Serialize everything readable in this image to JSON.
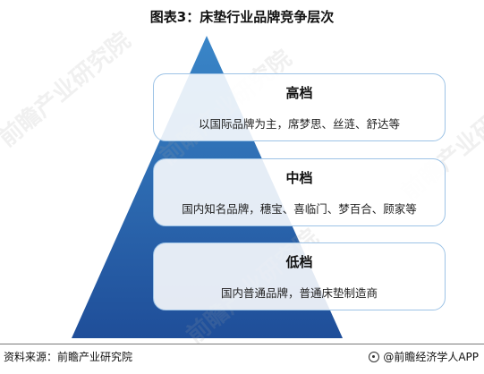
{
  "title": "图表3：床垫行业品牌竞争层次",
  "tiers": [
    {
      "title": "高档",
      "description": "以国际品牌为主，席梦思、丝涟、舒达等"
    },
    {
      "title": "中档",
      "description": "国内知名品牌，穗宝、喜临门、梦百合、顾家等"
    },
    {
      "title": "低档",
      "description": "国内普通品牌，普通床垫制造商"
    }
  ],
  "watermarks": [
    "前瞻产业研究院",
    "前瞻产业研究院",
    "前瞻产业研究院",
    "前瞻产业研究院"
  ],
  "footer": {
    "source": "资料来源：前瞻产业研究院",
    "brand": "@前瞻经济学人APP"
  },
  "colors": {
    "pyramid_top": "#2e75b6",
    "pyramid_bottom": "#1f4e99",
    "tier_border": "#9dc3e6"
  }
}
